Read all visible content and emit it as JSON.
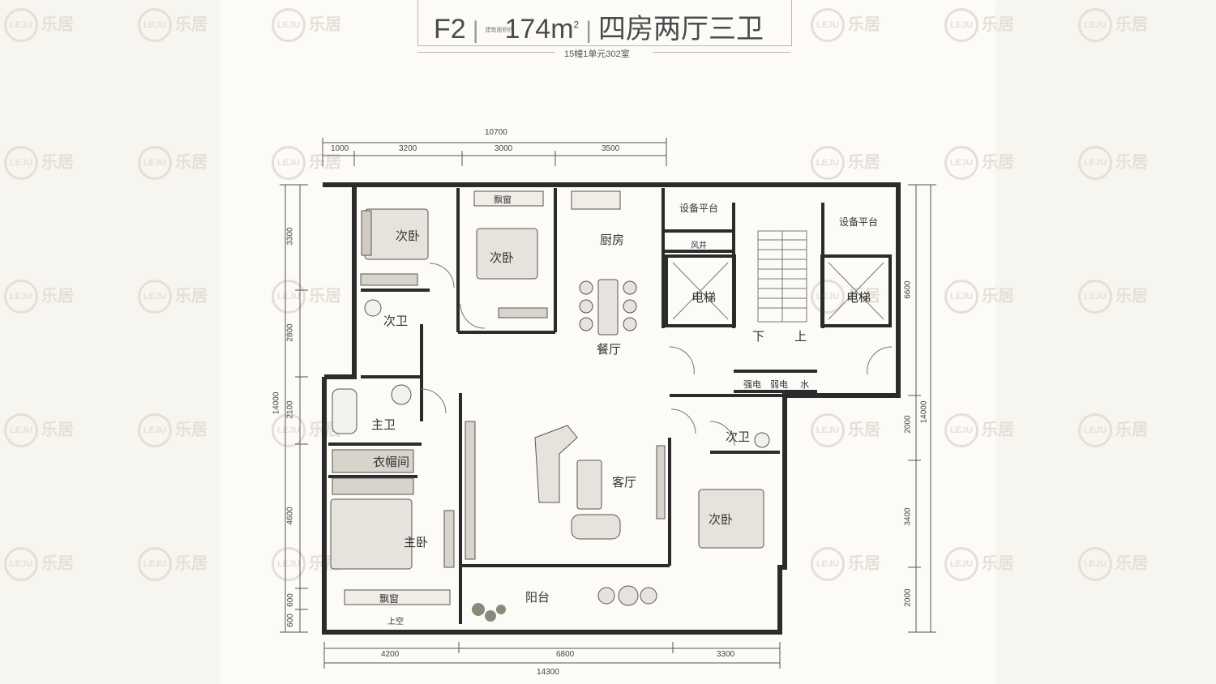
{
  "header": {
    "unit": "F2",
    "area_note": "建筑面积约",
    "area": "174m",
    "area_sup": "2",
    "layout": "四房两厅三卫",
    "location": "15幢1单元302室"
  },
  "rooms": {
    "bedroom_nw": "次卧",
    "bedroom_n": "次卧",
    "bay_window_n": "飘窗",
    "kitchen": "厨房",
    "equip_platform_1": "设备平台",
    "equip_platform_2": "设备平台",
    "air_shaft": "风井",
    "elevator_1": "电梯",
    "elevator_2": "电梯",
    "stair_down": "下",
    "stair_up": "上",
    "bath_second": "次卫",
    "dining": "餐厅",
    "strong_power": "强电",
    "weak_power": "弱电",
    "water": "水",
    "master_bath": "主卫",
    "cloakroom": "衣帽间",
    "living": "客厅",
    "bath_east": "次卫",
    "bedroom_e": "次卧",
    "master_bedroom": "主卧",
    "bay_window_s": "飘窗",
    "balcony": "阳台",
    "void": "上空"
  },
  "dimensions": {
    "top_total": "10700",
    "top": [
      "1000",
      "3200",
      "3000",
      "3500"
    ],
    "left_total": "14000",
    "left": [
      "3300",
      "2800",
      "2100",
      "4600",
      "600",
      "600"
    ],
    "right_total": "14000",
    "right": [
      "6600",
      "2000",
      "3400",
      "2000"
    ],
    "bottom": [
      "4200",
      "6800",
      "3300"
    ],
    "bottom_total": "14300"
  },
  "watermark": {
    "logo": "LEJU",
    "text": "乐居"
  },
  "colors": {
    "wall": "#2b2b2b",
    "background": "#fcfbf8",
    "side": "#f7f5ef",
    "watermark": "#e4e0d6"
  }
}
